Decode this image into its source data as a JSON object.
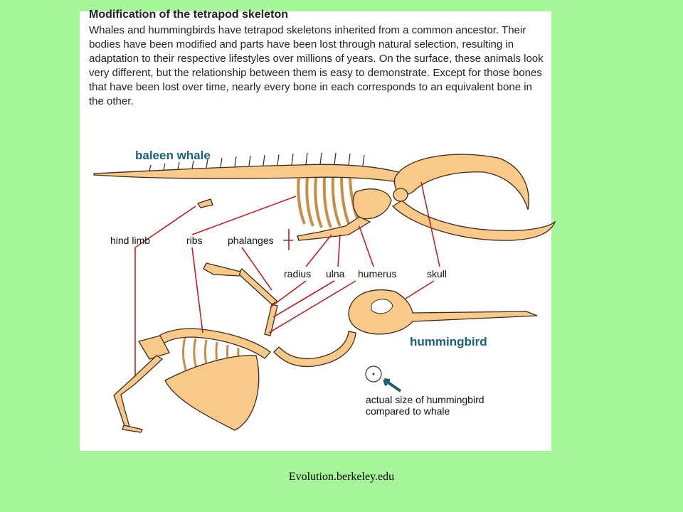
{
  "panel": {
    "title": "Modification of the tetrapod skeleton",
    "paragraph": "Whales and hummingbirds have tetrapod skeletons inherited from a common ancestor. Their bodies have been modified and parts have been lost through natural selection, resulting in adaptation to their respective lifestyles over millions of years. On the surface, these animals look very different, but the relationship between them is easy to demonstrate. Except for those bones that have been lost over time, nearly every bone in each corresponds to an equivalent bone in the other."
  },
  "diagram": {
    "whale_label": "baleen whale",
    "bird_label": "hummingbird",
    "labels": {
      "hind_limb": "hind limb",
      "ribs": "ribs",
      "phalanges": "phalanges",
      "radius": "radius",
      "ulna": "ulna",
      "humerus": "humerus",
      "skull": "skull"
    },
    "size_note_line1": "actual size of hummingbird",
    "size_note_line2": "compared to whale",
    "colors": {
      "bone": "#f9c98a",
      "pointer": "#c02020",
      "heading": "#1c5f7a"
    }
  },
  "footer": "Evolution.berkeley.edu"
}
